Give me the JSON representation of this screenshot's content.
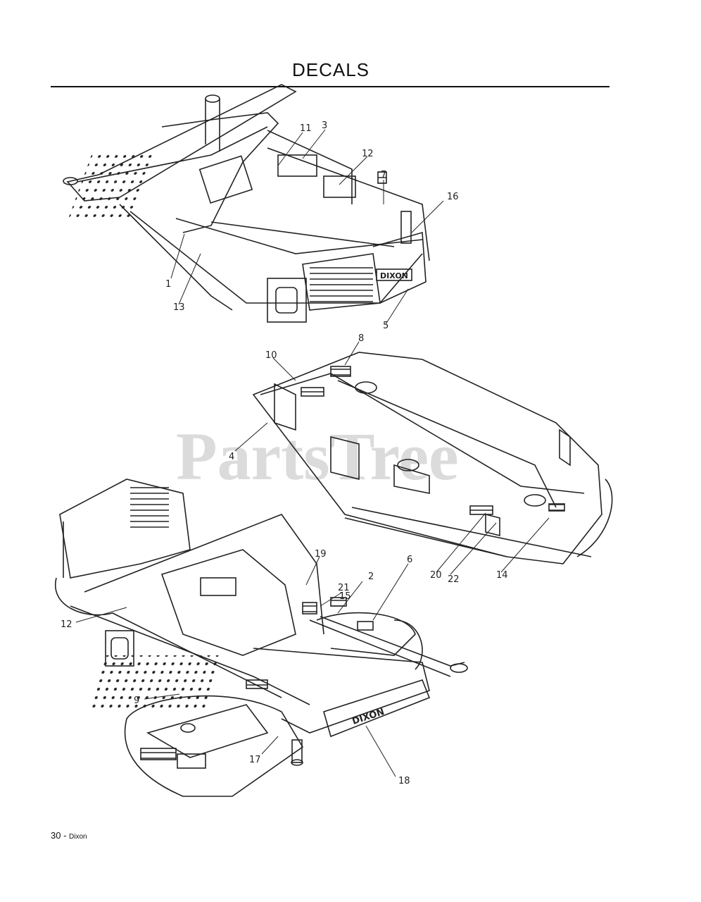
{
  "page": {
    "title": "DECALS",
    "watermark": "PartsTree",
    "footer_page": "30",
    "footer_sep": " - ",
    "footer_brand": "Dixon"
  },
  "callouts": {
    "c1": "1",
    "c2": "2",
    "c3": "3",
    "c4": "4",
    "c5": "5",
    "c6": "6",
    "c7": "7",
    "c8": "8",
    "c9": "9",
    "c10": "10",
    "c11": "11",
    "c12a": "12",
    "c12b": "12",
    "c13": "13",
    "c14": "14",
    "c15": "15",
    "c16": "16",
    "c17": "17",
    "c18": "18",
    "c19": "19",
    "c20": "20",
    "c21": "21",
    "c22": "22"
  },
  "decal_text": {
    "rear_brand": "DIXON",
    "front_brand": "DIXON"
  },
  "colors": {
    "line": "#222222",
    "fill": "#ffffff",
    "watermark": "#cfcfcf"
  }
}
